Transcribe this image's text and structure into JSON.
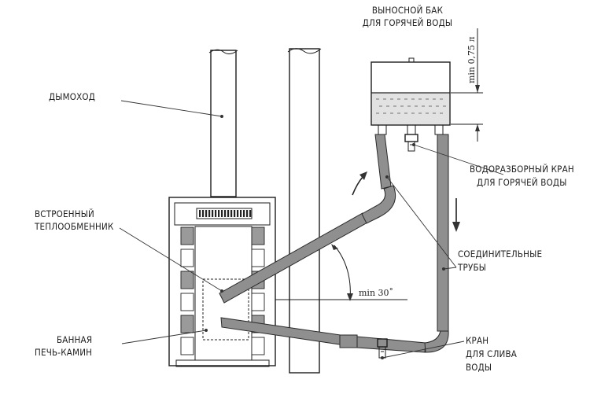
{
  "diagram": {
    "labels": {
      "tank_line1": "ВЫНОСНОЙ БАК",
      "tank_line2": "ДЛЯ ГОРЯЧЕЙ ВОДЫ",
      "chimney": "ДЫМОХОД",
      "hx_line1": "ВСТРОЕННЫЙ",
      "hx_line2": "ТЕПЛООБМЕННИК",
      "stove_line1": "БАННАЯ",
      "stove_line2": "ПЕЧЬ-КАМИН",
      "hw_tap_line1": "ВОДОРАЗБОРНЫЙ КРАН",
      "hw_tap_line2": "ДЛЯ ГОРЯЧЕЙ ВОДЫ",
      "pipes_line1": "СОЕДИНИТЕЛЬНЫЕ",
      "pipes_line2": "ТРУБЫ",
      "drain_line1": "КРАН",
      "drain_line2": "ДЛЯ СЛИВА",
      "drain_line3": "ВОДЫ",
      "angle": "min 30˚",
      "level": "min 0,75 л"
    },
    "colors": {
      "pipe": "#8f8f8f",
      "water": "#d8d8d8",
      "stone": "#9a9a9a",
      "line": "#1c1c1c"
    },
    "icons": [
      "flow-arrow-up-icon",
      "flow-arrow-down-icon"
    ]
  }
}
